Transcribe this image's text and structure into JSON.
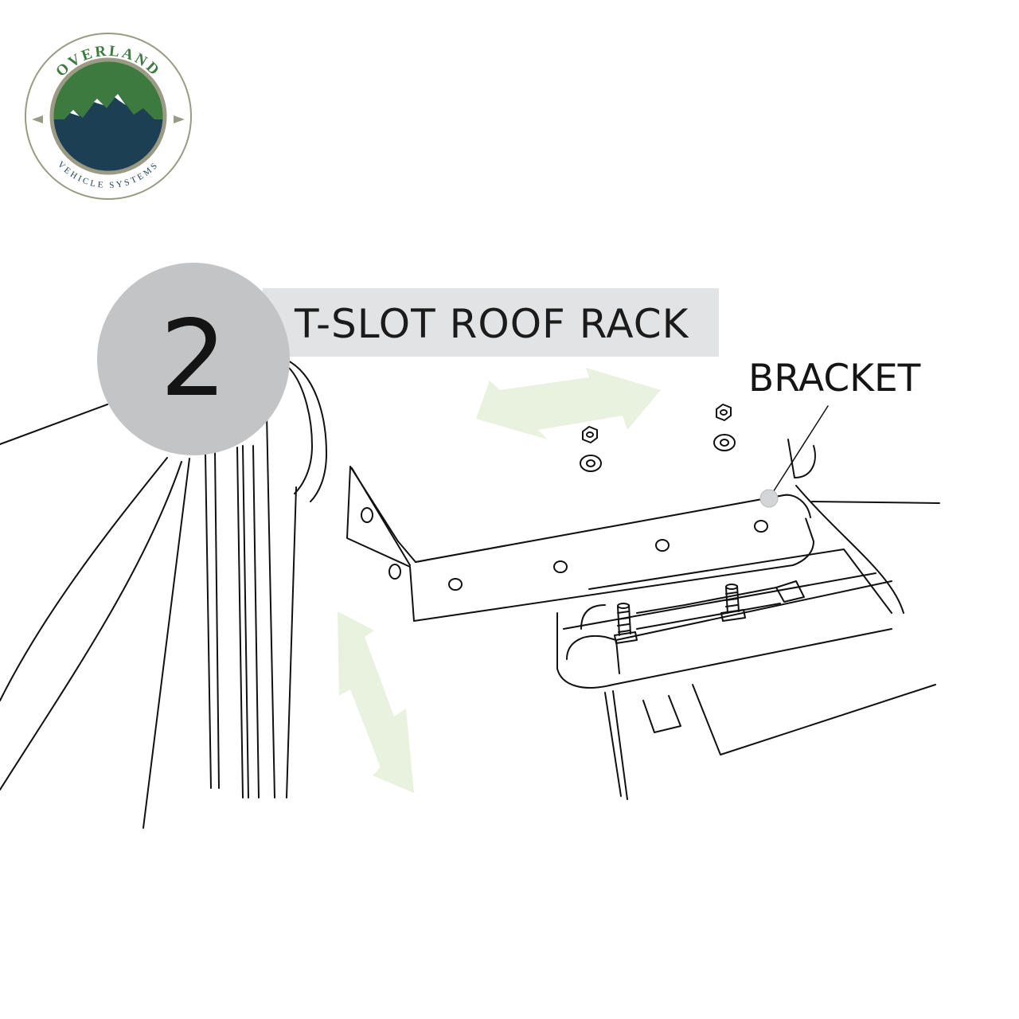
{
  "logo": {
    "brand_top": "OVERLAND",
    "brand_bottom": "VEHICLE SYSTEMS",
    "icon": "mountain-badge-icon",
    "colors": {
      "green": "#3c7a3f",
      "navy": "#1d3f54",
      "tan": "#9b9a84"
    }
  },
  "step": {
    "number": "2",
    "title": "T-SLOT ROOF RACK"
  },
  "callout": {
    "label": "BRACKET"
  },
  "colors": {
    "step_circle": "#c3c4c6",
    "title_bar": "#e2e3e4",
    "arrow": "#e9f1df",
    "line": "#111111"
  }
}
